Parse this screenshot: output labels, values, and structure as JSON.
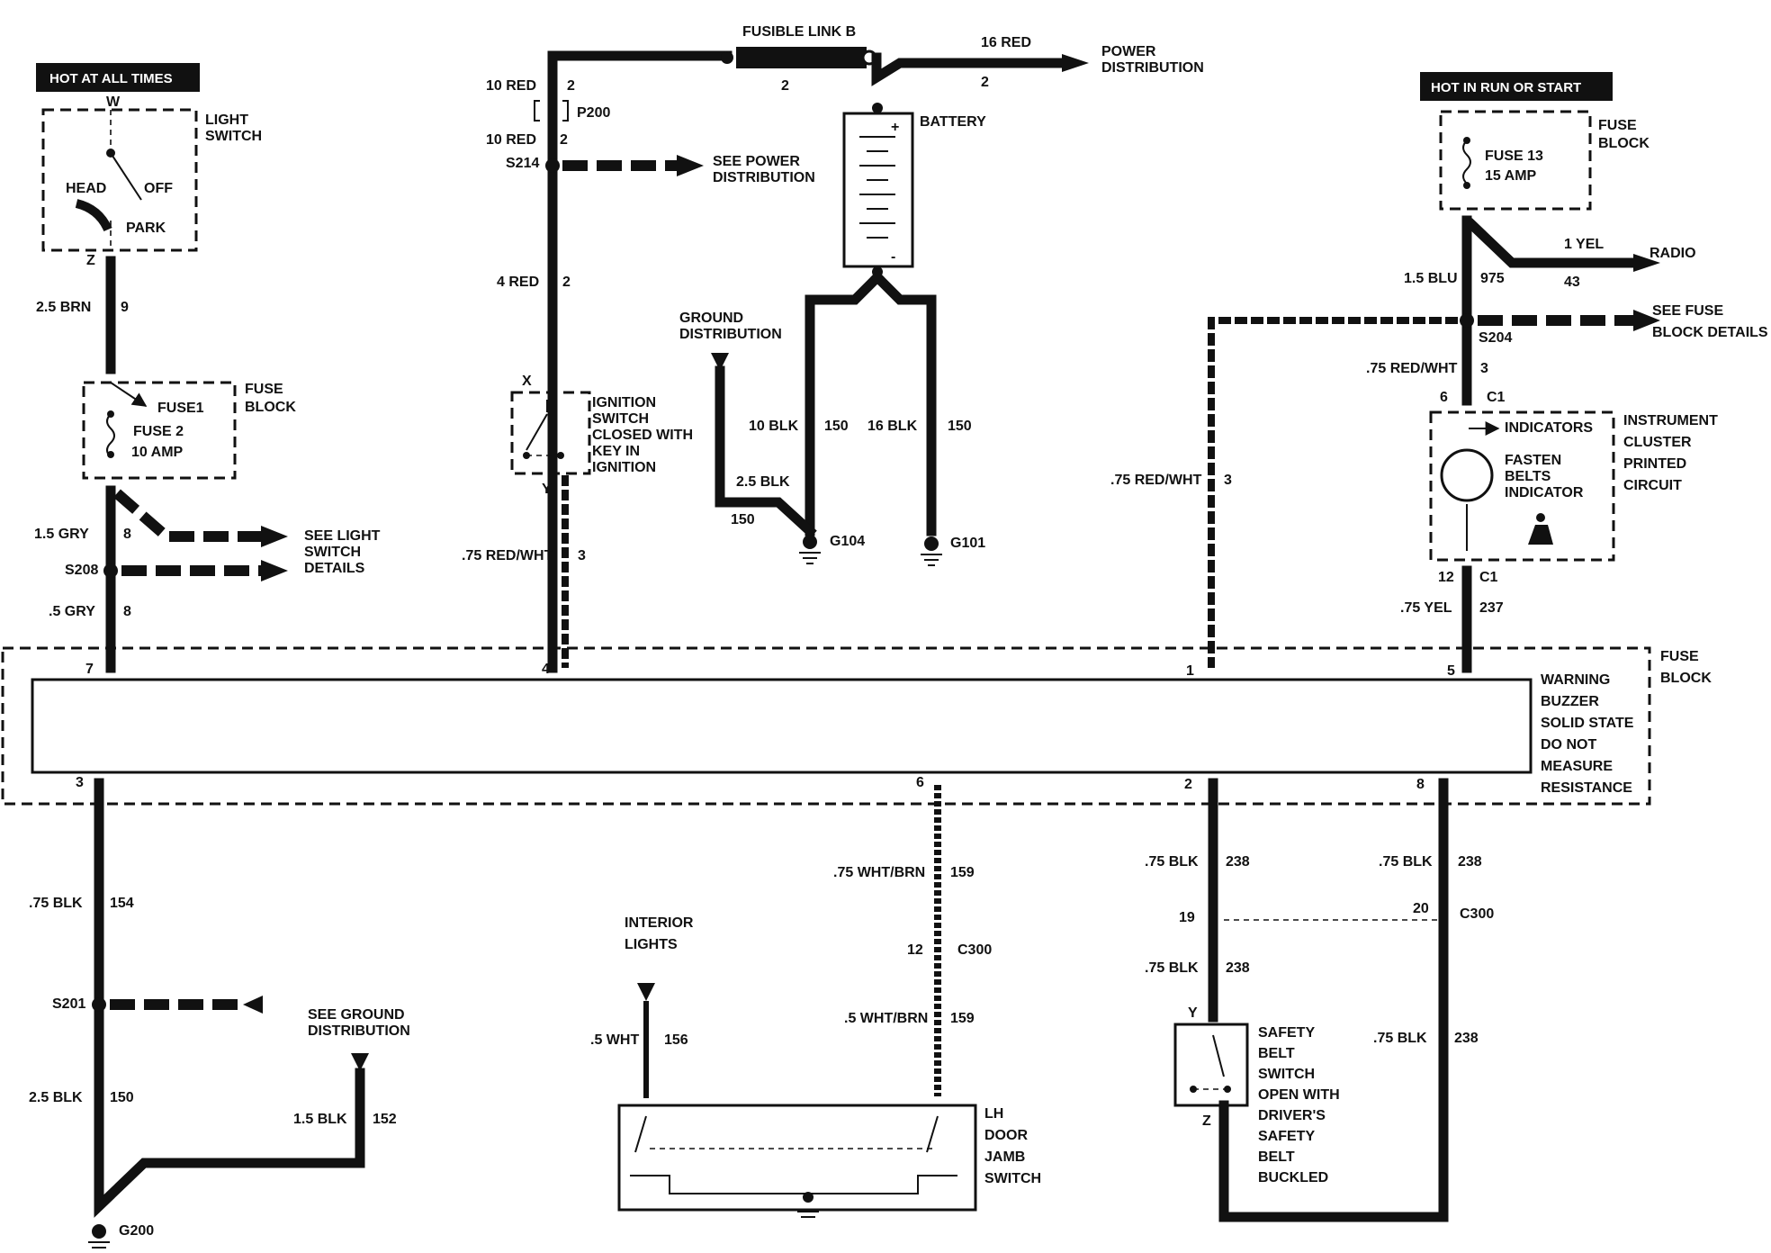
{
  "headers": {
    "hot_always": "HOT AT ALL TIMES",
    "hot_run_start": "HOT IN RUN OR START"
  },
  "components": {
    "light_switch": [
      "LIGHT",
      "SWITCH"
    ],
    "light_switch_positions": {
      "head": "HEAD",
      "off": "OFF",
      "park": "PARK"
    },
    "fuse_block": [
      "FUSE",
      "BLOCK"
    ],
    "fuse1": "FUSE1",
    "fuse2": [
      "FUSE 2",
      "10 AMP"
    ],
    "fuse13": [
      "FUSE 13",
      "15 AMP"
    ],
    "fusible_link": "FUSIBLE LINK B",
    "battery": "BATTERY",
    "battery_plus": "+",
    "battery_minus": "-",
    "ignition_switch": [
      "IGNITION",
      "SWITCH",
      "CLOSED WITH",
      "KEY IN",
      "IGNITION"
    ],
    "instrument_cluster": [
      "INSTRUMENT",
      "CLUSTER",
      "PRINTED",
      "CIRCUIT"
    ],
    "indicators": "INDICATORS",
    "fasten_belts": [
      "FASTEN",
      "BELTS",
      "INDICATOR"
    ],
    "warning_buzzer": [
      "WARNING",
      "BUZZER",
      "SOLID STATE",
      "DO NOT",
      "MEASURE",
      "RESISTANCE"
    ],
    "interior_lights": [
      "INTERIOR",
      "LIGHTS"
    ],
    "lh_door_jamb": [
      "LH",
      "DOOR",
      "JAMB",
      "SWITCH"
    ],
    "safety_belt_switch": [
      "SAFETY",
      "BELT",
      "SWITCH",
      "OPEN WITH",
      "DRIVER'S",
      "SAFETY",
      "BELT",
      "BUCKLED"
    ]
  },
  "references": {
    "power_distribution": [
      "POWER",
      "DISTRIBUTION"
    ],
    "see_power_distribution": [
      "SEE POWER",
      "DISTRIBUTION"
    ],
    "ground_distribution": [
      "GROUND",
      "DISTRIBUTION"
    ],
    "see_light_switch": [
      "SEE LIGHT",
      "SWITCH",
      "DETAILS"
    ],
    "see_fuse_block": [
      "SEE FUSE",
      "BLOCK DETAILS"
    ],
    "radio": "RADIO",
    "see_ground_distribution": [
      "SEE GROUND",
      "DISTRIBUTION"
    ]
  },
  "wires": {
    "w_25brn": "2.5 BRN",
    "c_9": "9",
    "w_15gry": "1.5 GRY",
    "c_8a": "8",
    "w_5gry": ".5 GRY",
    "c_8b": "8",
    "w_10red_a": "10 RED",
    "c_2a": "2",
    "w_10red_b": "10 RED",
    "c_2b": "2",
    "w_4red": "4 RED",
    "c_2c": "2",
    "w_75rw_ign": ".75 RED/WHT",
    "c_3a": "3",
    "c_2link": "2",
    "w_16red": "16 RED",
    "c_2d": "2",
    "w_10blk": "10 BLK",
    "c_150a": "150",
    "w_16blk": "16 BLK",
    "c_150b": "150",
    "w_25blk_g": "2.5 BLK",
    "c_150c": "150",
    "w_1yel": "1 YEL",
    "c_43": "43",
    "w_15blu": "1.5 BLU",
    "c_975": "975",
    "w_75rw_a": ".75 RED/WHT",
    "c_3b": "3",
    "w_75rw_b": ".75 RED/WHT",
    "c_3c": "3",
    "w_75yel": ".75 YEL",
    "c_237": "237",
    "w_75blk_154": ".75 BLK",
    "c_154": "154",
    "w_25blk_150": "2.5 BLK",
    "c_150d": "150",
    "w_15blk_152": "1.5 BLK",
    "c_152": "152",
    "w_75wb": ".75 WHT/BRN",
    "c_159a": "159",
    "w_5wb": ".5 WHT/BRN",
    "c_159b": "159",
    "w_5wht": ".5 WHT",
    "c_156": "156",
    "w_75blk_238a": ".75 BLK",
    "c_238a": "238",
    "w_75blk_238b": ".75 BLK",
    "c_238b": "238",
    "w_75blk_238c": ".75 BLK",
    "c_238c": "238",
    "w_75blk_238d": ".75 BLK",
    "c_238d": "238"
  },
  "connectors": {
    "W": "W",
    "Z": "Z",
    "X": "X",
    "Y": "Y",
    "Y2": "Y",
    "Z2": "Z",
    "P200": "P200",
    "S214": "S214",
    "S208": "S208",
    "S204": "S204",
    "S201": "S201",
    "C1a": "C1",
    "C1b": "C1",
    "C300a": "C300",
    "C300b": "C300",
    "G104": "G104",
    "G101": "G101",
    "G200": "G200",
    "pin_6": "6",
    "pin_12": "12",
    "pin_12b": "12",
    "pin_19": "19",
    "pin_20": "20"
  },
  "buzzer_pins": {
    "p7": "7",
    "p4": "4",
    "p1": "1",
    "p5": "5",
    "p3": "3",
    "p6": "6",
    "p2": "2",
    "p8": "8"
  }
}
